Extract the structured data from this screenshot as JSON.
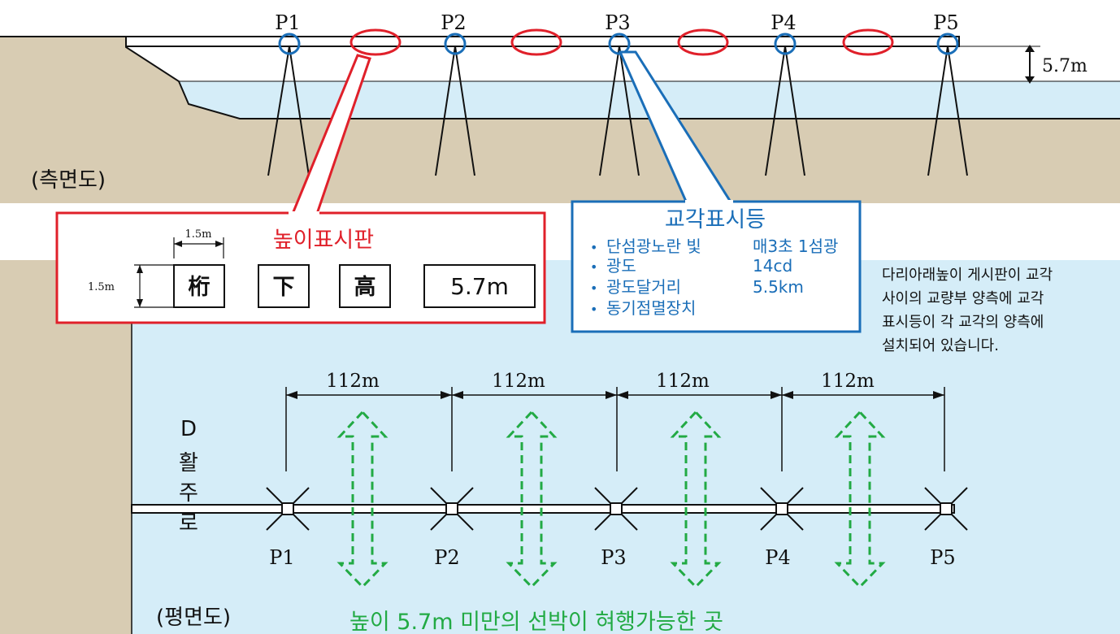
{
  "side_view": {
    "label": "(측면도)",
    "piers": [
      "P1",
      "P2",
      "P3",
      "P4",
      "P5"
    ],
    "clearance": "5.7m"
  },
  "height_sign": {
    "title": "높이표시판",
    "width_dim": "1.5m",
    "height_dim": "1.5m",
    "boxes": [
      "桁",
      "下",
      "高",
      "5.7m"
    ]
  },
  "pier_light": {
    "title": "교각표시등",
    "items": [
      {
        "label": "단섬광노란 빛",
        "value": "매3초 1섬광"
      },
      {
        "label": "광도",
        "value": "14cd"
      },
      {
        "label": "광도달거리",
        "value": "5.5km"
      },
      {
        "label": "동기점멸장치",
        "value": ""
      }
    ]
  },
  "note": {
    "lines": [
      "다리아래높이 게시판이 교각",
      "사이의 교량부 양측에 교각",
      "표시등이 각 교각의 양측에",
      "설치되어 있습니다."
    ]
  },
  "plan_view": {
    "label": "(평면도)",
    "channel": [
      "D",
      "활",
      "주",
      "로"
    ],
    "piers": [
      "P1",
      "P2",
      "P3",
      "P4",
      "P5"
    ],
    "spans": [
      "112m",
      "112m",
      "112m",
      "112m"
    ],
    "passage_note": "높이 5.7m 미만의 선박이 혀행가능한 곳"
  },
  "colors": {
    "ground": "#d8ccb3",
    "water": "#d5edf8",
    "sign_red": "#e0202a",
    "light_blue": "#1a6eb8",
    "passage_green": "#22aa44"
  }
}
